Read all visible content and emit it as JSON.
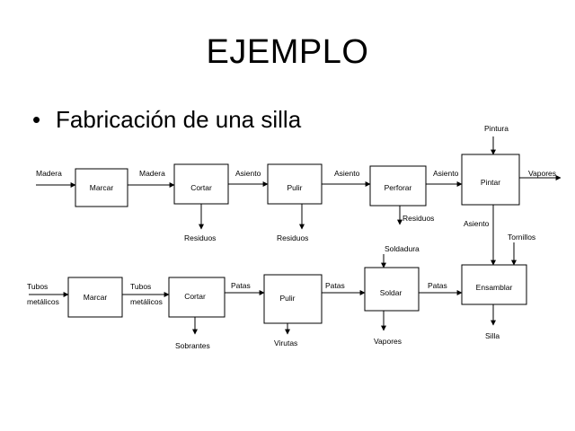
{
  "slide": {
    "title": "EJEMPLO",
    "bullet": "Fabricación de una silla"
  },
  "diagram": {
    "row1": {
      "boxes": {
        "marcar": "Marcar",
        "cortar": "Cortar",
        "pulir": "Pulir",
        "perforar": "Perforar",
        "pintar": "Pintar"
      },
      "flows": {
        "input": "Madera",
        "marcar_cortar": "Madera",
        "cortar_pulir": "Asiento",
        "pulir_perforar": "Asiento",
        "perforar_pintar": "Asiento",
        "pintar_out": "Vapores",
        "pintura_in": "Pintura",
        "cortar_out": "Residuos",
        "pulir_out": "Residuos",
        "perforar_out": "Residuos",
        "pintar_down": "Asiento"
      }
    },
    "row2": {
      "boxes": {
        "marcar": "Marcar",
        "cortar": "Cortar",
        "pulir": "Pulir",
        "soldar": "Soldar",
        "ensamblar": "Ensamblar"
      },
      "flows": {
        "input_line1": "Tubos",
        "input_line2": "metálicos",
        "marcar_cortar_line1": "Tubos",
        "marcar_cortar_line2": "metálicos",
        "cortar_pulir": "Patas",
        "pulir_soldar": "Patas",
        "soldar_ensamblar": "Patas",
        "soldadura_in": "Soldadura",
        "tornillos_in": "Tornillos",
        "cortar_out": "Sobrantes",
        "pulir_out": "Virutas",
        "soldar_out": "Vapores",
        "ensamblar_out": "Silla"
      }
    }
  },
  "colors": {
    "background": "#ffffff",
    "ink": "#000000"
  }
}
